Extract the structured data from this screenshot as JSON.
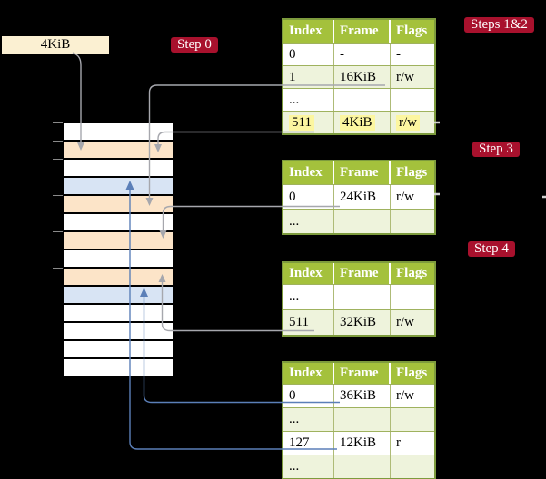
{
  "base_box": {
    "label": "4KiB"
  },
  "badges": {
    "step0": "Step 0",
    "steps12": "Steps 1&2",
    "step3": "Step 3",
    "step4": "Step 4"
  },
  "table_headers": [
    "Index",
    "Frame",
    "Flags"
  ],
  "tables": {
    "steps12": {
      "rows": [
        {
          "index": "0",
          "frame": "-",
          "flags": "-"
        },
        {
          "index": "1",
          "frame": "16KiB",
          "flags": "r/w"
        },
        {
          "index": "...",
          "frame": "",
          "flags": ""
        },
        {
          "index": "511",
          "frame": "4KiB",
          "flags": "r/w"
        }
      ]
    },
    "step3": {
      "rows": [
        {
          "index": "0",
          "frame": "24KiB",
          "flags": "r/w"
        },
        {
          "index": "...",
          "frame": "",
          "flags": ""
        }
      ]
    },
    "step4": {
      "rows": [
        {
          "index": "...",
          "frame": "",
          "flags": ""
        },
        {
          "index": "511",
          "frame": "32KiB",
          "flags": "r/w"
        }
      ]
    },
    "final": {
      "rows": [
        {
          "index": "0",
          "frame": "36KiB",
          "flags": "r/w"
        },
        {
          "index": "...",
          "frame": "",
          "flags": ""
        },
        {
          "index": "127",
          "frame": "12KiB",
          "flags": "r"
        },
        {
          "index": "...",
          "frame": "",
          "flags": ""
        }
      ]
    }
  },
  "memory": {
    "rows": [
      "white",
      "orange",
      "white",
      "blue",
      "orange",
      "white",
      "orange",
      "white",
      "orange",
      "blue",
      "white",
      "white",
      "white",
      "white"
    ]
  },
  "connectors": [
    {
      "from": "4KiB base box",
      "to": "memory frame 4KiB",
      "color": "gray"
    },
    {
      "from": "steps12 entry 1 (16KiB)",
      "to": "memory frame 16KiB",
      "color": "gray"
    },
    {
      "from": "steps12 entry 511 (4KiB)",
      "to": "memory frame 4KiB",
      "color": "gray"
    },
    {
      "from": "step3 entry 0 (24KiB)",
      "to": "memory frame 24KiB",
      "color": "gray"
    },
    {
      "from": "step4 entry 511 (32KiB)",
      "to": "memory frame 32KiB",
      "color": "gray"
    },
    {
      "from": "final entry 0 (36KiB)",
      "to": "memory frame 36KiB",
      "color": "blue"
    },
    {
      "from": "final entry 127 (12KiB)",
      "to": "memory frame 12KiB",
      "color": "blue"
    }
  ],
  "colors": {
    "background": "#000000",
    "table_header_bg": "#a4c13c",
    "table_row_shaded": "#eef3dc",
    "table_border": "#7d9b3d",
    "highlight_yellow": "#fcf6a0",
    "badge_red": "#a8112d",
    "base_box_cream": "#fbf0d2",
    "memory_orange": "#fce4c8",
    "memory_blue": "#d8e4f4",
    "arrow_gray": "#a6a7ad",
    "arrow_blue": "#5b7fb8"
  }
}
